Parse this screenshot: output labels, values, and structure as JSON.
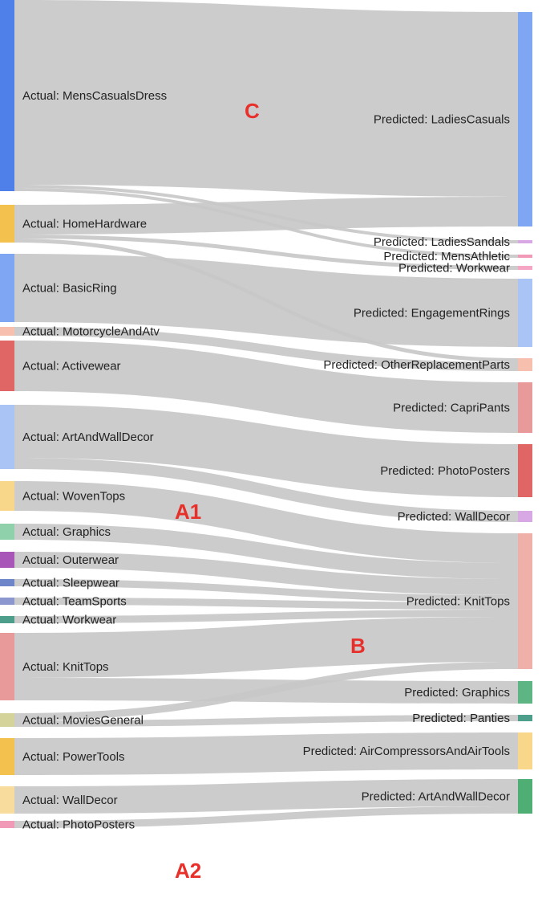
{
  "sources": [
    {
      "label": "Actual: MensCasualsDress",
      "color": "#4f7fe8"
    },
    {
      "label": "Actual: HomeHardware",
      "color": "#f2c14e"
    },
    {
      "label": "Actual: BasicRing",
      "color": "#7ea6f2"
    },
    {
      "label": "Actual: MotorcycleAndAtv",
      "color": "#f7bfae"
    },
    {
      "label": "Actual: Activewear",
      "color": "#e06666"
    },
    {
      "label": "Actual: ArtAndWallDecor",
      "color": "#a9c4f5"
    },
    {
      "label": "Actual: WovenTops",
      "color": "#f8d68a"
    },
    {
      "label": "Actual: Graphics",
      "color": "#8fd1aa"
    },
    {
      "label": "Actual: Outerwear",
      "color": "#a857b8"
    },
    {
      "label": "Actual: Sleepwear",
      "color": "#6e86c9"
    },
    {
      "label": "Actual: TeamSports",
      "color": "#8c96cf"
    },
    {
      "label": "Actual: Workwear",
      "color": "#4d9e8a"
    },
    {
      "label": "Actual: KnitTops",
      "color": "#e89a9a"
    },
    {
      "label": "Actual: MoviesGeneral",
      "color": "#d4d49a"
    },
    {
      "label": "Actual: PowerTools",
      "color": "#f2c14e"
    },
    {
      "label": "Actual: WallDecor",
      "color": "#f8dc9e"
    },
    {
      "label": "Actual: PhotoPosters",
      "color": "#f09ab8"
    }
  ],
  "targets": [
    {
      "label": "Predicted: LadiesCasuals",
      "color": "#7ea6f2"
    },
    {
      "label": "Predicted: LadiesSandals",
      "color": "#d7a8e3"
    },
    {
      "label": "Predicted: MensAthletic",
      "color": "#f09ab8"
    },
    {
      "label": "Predicted: Workwear",
      "color": "#f4a6c4"
    },
    {
      "label": "Predicted: EngagementRings",
      "color": "#a9c4f5"
    },
    {
      "label": "Predicted: OtherReplacementParts",
      "color": "#f7bfae"
    },
    {
      "label": "Predicted: CapriPants",
      "color": "#e89a9a"
    },
    {
      "label": "Predicted: PhotoPosters",
      "color": "#e06666"
    },
    {
      "label": "Predicted: WallDecor",
      "color": "#d7a8e3"
    },
    {
      "label": "Predicted: KnitTops",
      "color": "#f0b0aa"
    },
    {
      "label": "Predicted: Graphics",
      "color": "#5db584"
    },
    {
      "label": "Predicted: Panties",
      "color": "#4d9e8a"
    },
    {
      "label": "Predicted: AirCompressorsAndAirTools",
      "color": "#f8d68a"
    },
    {
      "label": "Predicted: ArtAndWallDecor",
      "color": "#4fae74"
    }
  ],
  "links": [
    {
      "source": 0,
      "target": 0,
      "value": 230
    },
    {
      "source": 0,
      "target": 1,
      "value": 4
    },
    {
      "source": 0,
      "target": 2,
      "value": 4
    },
    {
      "source": 1,
      "target": 0,
      "value": 37
    },
    {
      "source": 1,
      "target": 3,
      "value": 5
    },
    {
      "source": 1,
      "target": 5,
      "value": 5
    },
    {
      "source": 2,
      "target": 4,
      "value": 85
    },
    {
      "source": 3,
      "target": 5,
      "value": 11
    },
    {
      "source": 4,
      "target": 6,
      "value": 63
    },
    {
      "source": 5,
      "target": 7,
      "value": 66
    },
    {
      "source": 5,
      "target": 8,
      "value": 14
    },
    {
      "source": 6,
      "target": 9,
      "value": 37
    },
    {
      "source": 7,
      "target": 9,
      "value": 20
    },
    {
      "source": 8,
      "target": 9,
      "value": 20
    },
    {
      "source": 9,
      "target": 9,
      "value": 9
    },
    {
      "source": 10,
      "target": 9,
      "value": 9
    },
    {
      "source": 11,
      "target": 9,
      "value": 9
    },
    {
      "source": 12,
      "target": 9,
      "value": 56
    },
    {
      "source": 12,
      "target": 10,
      "value": 28
    },
    {
      "source": 13,
      "target": 9,
      "value": 9
    },
    {
      "source": 13,
      "target": 11,
      "value": 8
    },
    {
      "source": 14,
      "target": 12,
      "value": 46
    },
    {
      "source": 15,
      "target": 13,
      "value": 34
    },
    {
      "source": 16,
      "target": 13,
      "value": 9
    }
  ],
  "annotations": [
    "C",
    "A1",
    "B",
    "A2"
  ]
}
